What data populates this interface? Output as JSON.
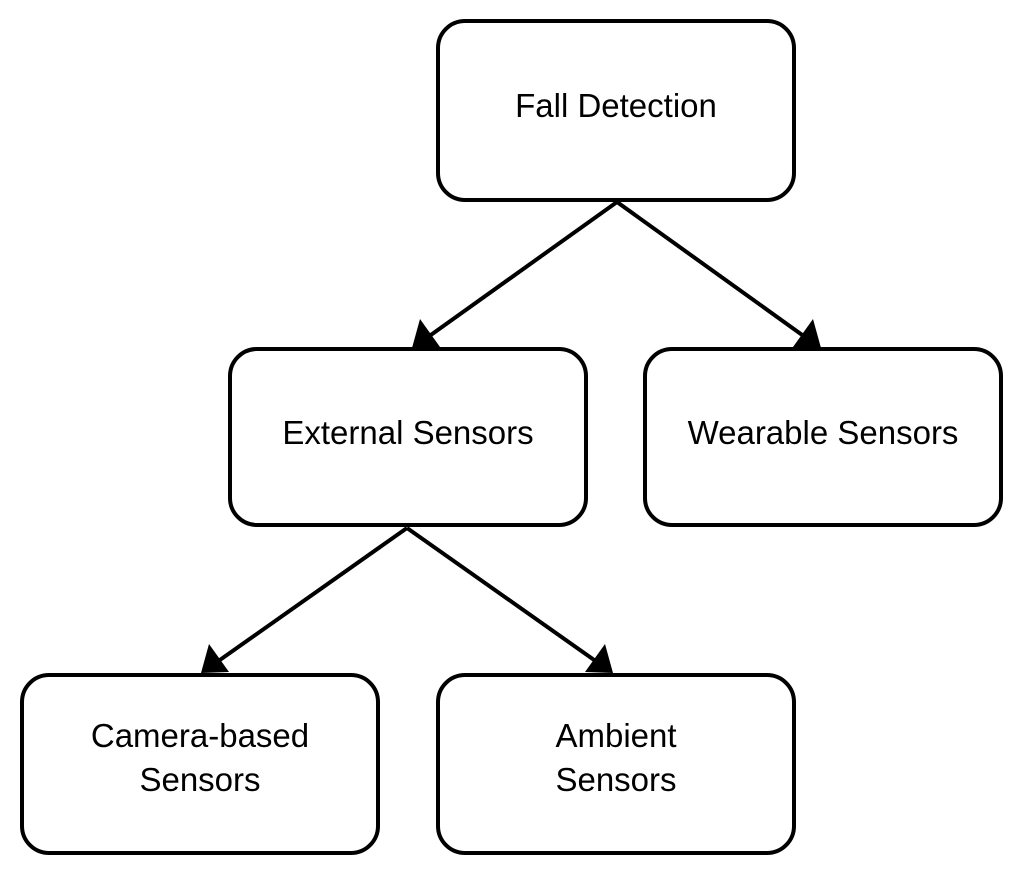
{
  "diagram": {
    "nodes": {
      "fall_detection": {
        "label": "Fall Detection"
      },
      "external_sensors": {
        "label": "External Sensors"
      },
      "wearable_sensors": {
        "label": "Wearable Sensors"
      },
      "camera_based_sensors": {
        "label_line1": "Camera-based",
        "label_line2": "Sensors"
      },
      "ambient_sensors": {
        "label_line1": "Ambient",
        "label_line2": "Sensors"
      }
    },
    "edges": [
      {
        "from": "fall_detection",
        "to": "external_sensors"
      },
      {
        "from": "fall_detection",
        "to": "wearable_sensors"
      },
      {
        "from": "external_sensors",
        "to": "camera_based_sensors"
      },
      {
        "from": "external_sensors",
        "to": "ambient_sensors"
      }
    ],
    "colors": {
      "stroke": "#000000",
      "fill": "#ffffff",
      "text": "#000000"
    }
  }
}
